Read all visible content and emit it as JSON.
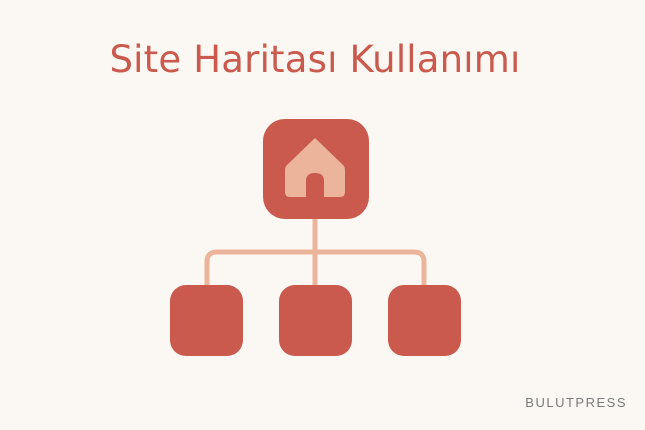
{
  "header": {
    "title": "Site Haritası Kullanımı"
  },
  "diagram": {
    "root": {
      "icon": "home-icon"
    },
    "children_count": 3
  },
  "footer": {
    "brand": "BULUTPRESS"
  },
  "colors": {
    "background": "#fbf8f3",
    "node": "#c95a4d",
    "connector": "#ecb49a",
    "icon": "#ecb49a",
    "title": "#c95a4d",
    "brand": "#7a7a7a"
  }
}
